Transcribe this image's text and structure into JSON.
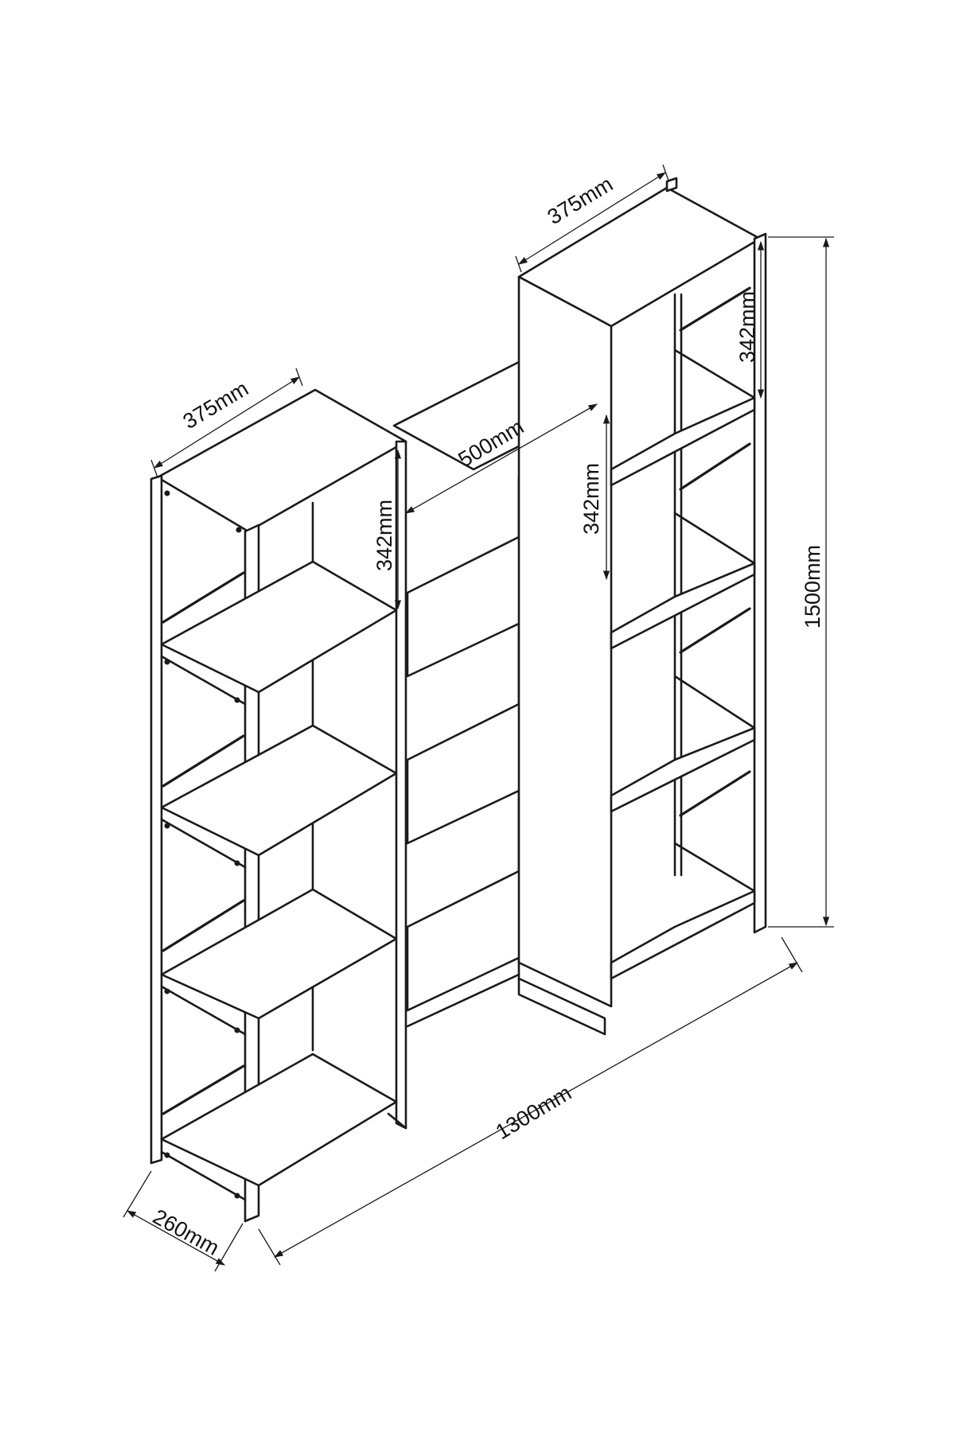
{
  "dimensions": {
    "left_top_width": "375mm",
    "right_top_width": "375mm",
    "middle_width": "500mm",
    "left_shelf_gap": "342mm",
    "middle_shelf_gap": "342mm",
    "right_shelf_gap": "342mm",
    "total_height": "1500mm",
    "total_width": "1300mm",
    "depth": "260mm"
  },
  "colors": {
    "line": "#1a1a1a",
    "background": "#ffffff"
  }
}
